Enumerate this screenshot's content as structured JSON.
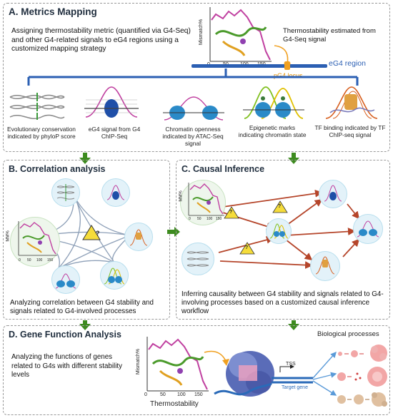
{
  "panelA": {
    "title": "A. Metrics Mapping",
    "description": "Assigning thermostability metric (quantified via G4-Seq) and other G4-related signals to eG4 regions using a customized mapping strategy",
    "estimate_label": "Thermostability estimated from G4-Seq signal",
    "region_label": "eG4 region",
    "locus_label": "pG4 locus",
    "plot_ylabel": "Mismatch%",
    "plot_ticks": [
      "0",
      "50",
      "100",
      "150"
    ],
    "signals": [
      {
        "label": "Evolutionary conservation indicated by phyloP score"
      },
      {
        "label": "eG4 signal from G4 ChIP-Seq"
      },
      {
        "label": "Chromatin openness indicated by ATAC-Seq signal"
      },
      {
        "label": "Epigenetic marks indicating chromatin state"
      },
      {
        "label": "TF binding indicated by TF ChIP-seq signal"
      }
    ]
  },
  "panelB": {
    "title": "B. Correlation analysis",
    "description": "Analyzing correlation between G4 stability and signals related to G4-involved processes",
    "plot_ylabel": "MM%",
    "plot_ticks": [
      "0",
      "50",
      "100",
      "150"
    ]
  },
  "panelC": {
    "title": "C. Causal Inference",
    "description": "Inferring causality between G4 stability and signals related to G4-involving processes based on a customized causal inference workflow",
    "plot_ylabel": "MM%",
    "plot_ticks": [
      "0",
      "50",
      "100",
      "150"
    ]
  },
  "panelD": {
    "title": "D. Gene Function Analysis",
    "description": "Analyzing the functions of genes related to G4s with different stability levels",
    "plot_ylabel": "Mismatch%",
    "plot_xlabel": "Thermostability",
    "plot_ticks": [
      "0",
      "50",
      "100",
      "150"
    ],
    "tss_label": "TSS",
    "target_gene_label": "Target gene",
    "bio_label": "Biological processes"
  },
  "warning_glyph": "?",
  "colors": {
    "accent_green": "#3d8b1f",
    "eg4_blue": "#2b5fb3",
    "locus_orange": "#f0a020",
    "causal_arrow": "#b5452a",
    "correlation_lines": "#8ea0b8",
    "curve_magenta": "#c040a0"
  }
}
